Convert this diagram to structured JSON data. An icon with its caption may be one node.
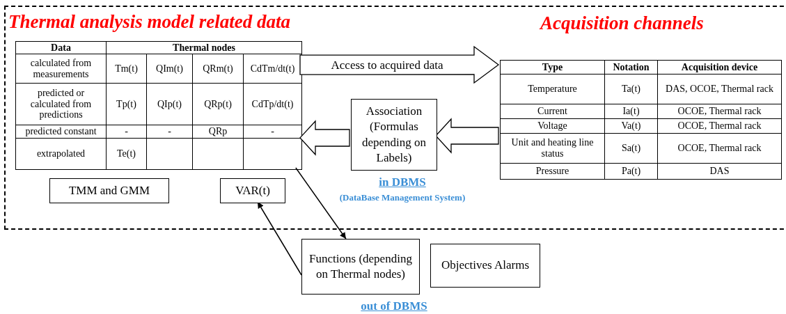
{
  "diagram": {
    "nodes": [
      {
        "text": [
          "Thermal analysis model related data",
          "Acquisition channels"
        ]
      },
      {
        "text": [
          "Data",
          "Thermal nodes",
          "calculated from measurements",
          "Tm(t)",
          "QIm(t)",
          "QRm(t)",
          "CdTm/dt(t)",
          "predicted or calculated from predictions",
          "Tp(t)",
          "QIp(t)",
          "QRp(t)",
          "CdTp/dt(t)",
          "predicted constant",
          "-",
          "-",
          "QRp",
          "-",
          "extrapolated",
          "Te(t)"
        ],
        "in": 0
      },
      {
        "text": [
          "Type",
          "Notation",
          "Acquisition device",
          "Temperature",
          "Ta(t)",
          "DAS, OCOE, Thermal rack",
          "Current",
          "Ia(t)",
          "OCOE, Thermal rack",
          "Voltage",
          "Va(t)",
          "OCOE, Thermal rack",
          "Unit and heating line status",
          "Sa(t)",
          "OCOE, Thermal rack",
          "Pressure",
          "Pa(t)",
          "DAS"
        ],
        "in": 0
      },
      {
        "text": [
          "Association (Formulas depending on Labels)"
        ],
        "in": 0
      },
      {
        "text": [
          "TMM and GMM"
        ],
        "in": 0
      },
      {
        "text": [
          "VAR(t)"
        ],
        "in": 0
      },
      {
        "text": [
          "Functions (depending on Thermal nodes)"
        ]
      },
      {
        "text": [
          "Objectives Alarms"
        ]
      }
    ],
    "edges": [
      {
        "from": 1,
        "to": 2,
        "arrow": "to",
        "label": "Access to acquired data",
        "style": "thick"
      },
      {
        "from": 2,
        "to": 3,
        "arrow": "to",
        "style": "thick"
      },
      {
        "from": 3,
        "to": 1,
        "arrow": "to",
        "style": "thick"
      },
      {
        "from": 1,
        "to": 6,
        "arrow": "to"
      },
      {
        "from": 6,
        "to": 5,
        "arrow": "to"
      }
    ],
    "labels": [
      "in DBMS",
      "(DataBase Management System)",
      "out of DBMS"
    ]
  }
}
